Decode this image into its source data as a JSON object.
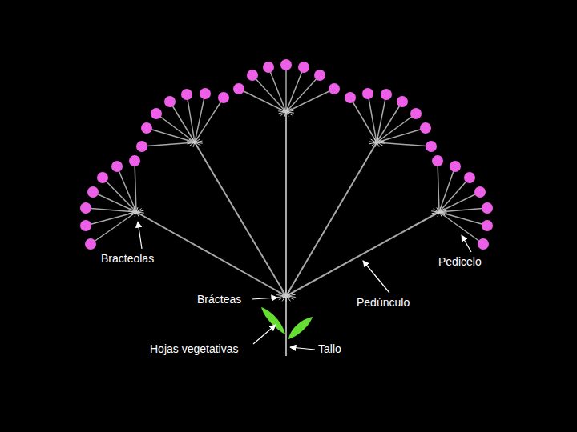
{
  "diagram": {
    "labels": [
      "Bracteolas",
      "Brácteas",
      "Pedicelo",
      "Pedúnculo",
      "Hojas vegetativas",
      "Tallo"
    ]
  }
}
